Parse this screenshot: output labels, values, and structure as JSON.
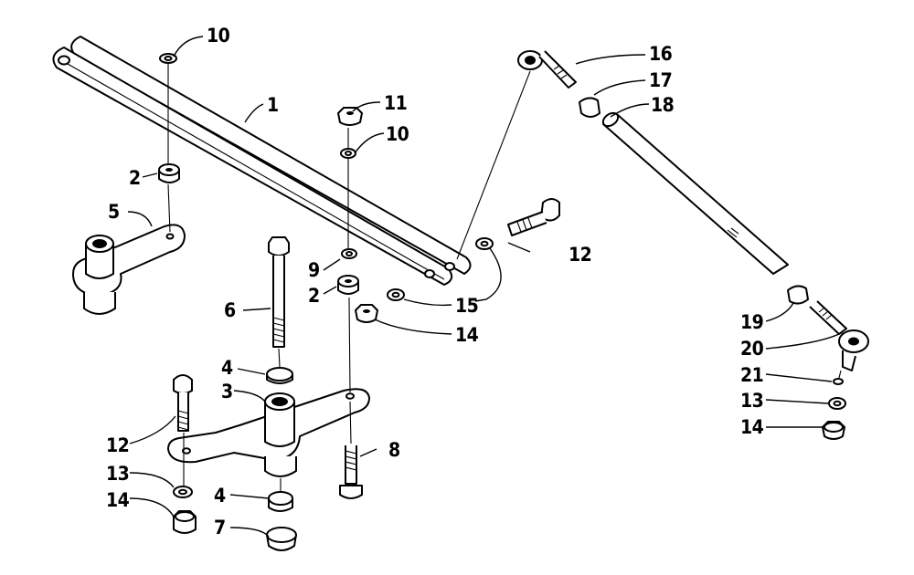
{
  "callouts": {
    "c1": "1",
    "c2a": "2",
    "c2b": "2",
    "c3": "3",
    "c4a": "4",
    "c4b": "4",
    "c5": "5",
    "c6": "6",
    "c7": "7",
    "c8": "8",
    "c9": "9",
    "c10a": "10",
    "c10b": "10",
    "c11": "11",
    "c12a": "12",
    "c12b": "12",
    "c13a": "13",
    "c13b": "13",
    "c14a": "14",
    "c14b": "14",
    "c15": "15",
    "c16": "16",
    "c17": "17",
    "c18": "18",
    "c19": "19",
    "c20": "20",
    "c21": "21"
  }
}
